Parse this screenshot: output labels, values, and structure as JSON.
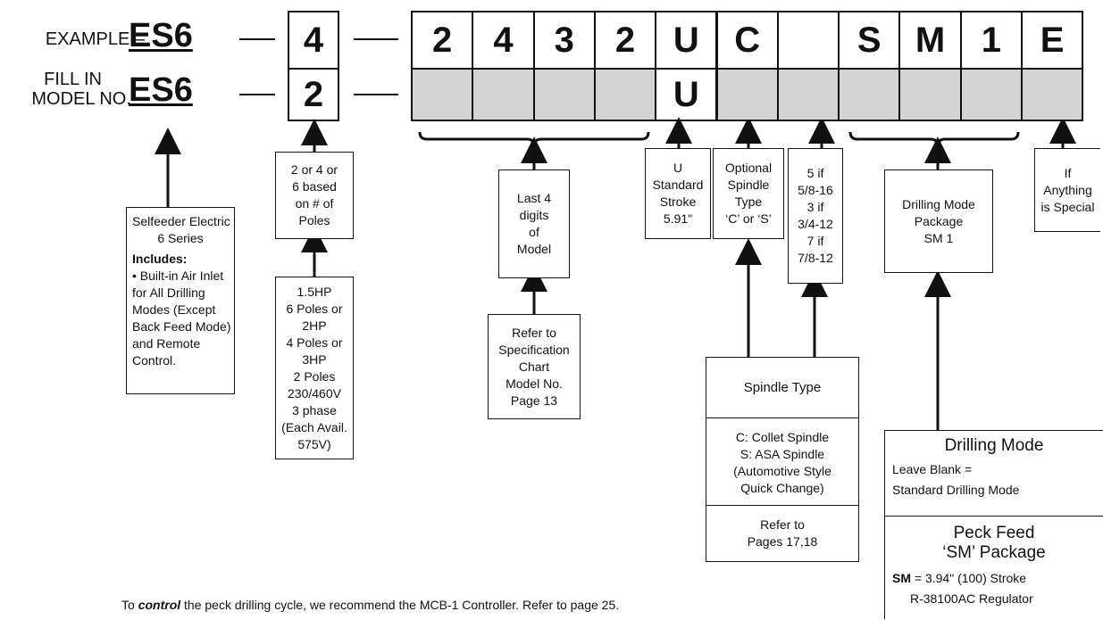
{
  "example": {
    "label": "EXAMPLE –",
    "prefix": "ES6",
    "poles": "4",
    "cells": [
      "2",
      "4",
      "3",
      "2",
      "U",
      "C",
      "",
      "S",
      "M",
      "1",
      "E"
    ]
  },
  "fill": {
    "label_line1": "FILL IN",
    "label_line2": "MODEL NO.–",
    "prefix": "ES6",
    "poles": "2",
    "cells": [
      "",
      "",
      "",
      "",
      "U",
      "",
      "",
      "",
      "",
      "",
      ""
    ]
  },
  "boxes": {
    "series": {
      "title_1": "Selfeeder Electric",
      "title_2": "6 Series",
      "includes": "Includes:",
      "lines": [
        "• Built-in Air Inlet",
        "for All Drilling",
        "Modes (Except",
        "Back Feed Mode)",
        "and Remote",
        "Control."
      ]
    },
    "poles": [
      "2 or 4 or",
      "6 based",
      "on # of",
      "Poles"
    ],
    "power": [
      "1.5HP",
      "6 Poles or",
      "2HP",
      "4 Poles or",
      "3HP",
      "2 Poles",
      "230/460V",
      "3 phase",
      "(Each Avail.",
      "575V)"
    ],
    "last4": [
      "Last 4",
      "digits",
      "of",
      "Model"
    ],
    "spec": [
      "Refer to",
      "Specification",
      "Chart",
      "Model No.",
      "Page 13"
    ],
    "stroke": [
      "U",
      "Standard",
      "Stroke",
      "5.91\""
    ],
    "optional": [
      "Optional",
      "Spindle",
      "Type",
      "‘C’ or ‘S’"
    ],
    "thread": [
      "5 if",
      "5/8-16",
      "3 if",
      "3/4-12",
      "7 if",
      "7/8-12"
    ],
    "drilling_pkg": [
      "Drilling Mode",
      "Package",
      "SM 1"
    ],
    "special": [
      "If",
      "Anything",
      "is Special"
    ],
    "spindle_type": {
      "title": "Spindle Type",
      "lines": [
        "C: Collet Spindle",
        "S: ASA Spindle",
        "(Automotive Style",
        "Quick Change)"
      ],
      "refer": [
        "Refer to",
        "Pages 17,18"
      ]
    },
    "drilling_mode": {
      "title": "Drilling Mode",
      "line1": "Leave Blank =",
      "line2": "Standard Drilling Mode",
      "peck_title_1": "Peck Feed",
      "peck_title_2": "‘SM’ Package",
      "sm_key": "SM",
      "sm_rest": " = 3.94\" (100) Stroke",
      "regulator": "R-38100AC Regulator"
    }
  },
  "footer": {
    "pre": "To ",
    "em": "control",
    "post": " the peck drilling cycle, we recommend the MCB-1 Controller. Refer to page 25."
  }
}
